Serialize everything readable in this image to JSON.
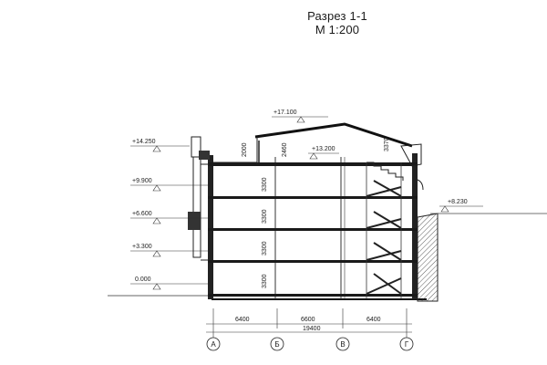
{
  "title": "Разрез 1-1",
  "scale": "М 1:200",
  "level_marks": {
    "roof_ridge": "+17.100",
    "attic": "+13.200",
    "left_top": "+14.250",
    "floor4": "+9.900",
    "floor3": "+6.600",
    "floor2": "+3.300",
    "ground": "0.000",
    "terrain_right": "+8.230"
  },
  "vertical_dims": {
    "attic_left": "2000",
    "attic_mid": "2460",
    "attic_right": "3370",
    "floor4": "3300",
    "floor3": "3300",
    "floor2": "3300",
    "floor1": "3300"
  },
  "horizontal_dims": {
    "span_ab": "6400",
    "span_bv": "6600",
    "span_vg": "6400",
    "total": "19400"
  },
  "axes": [
    "А",
    "Б",
    "В",
    "Г"
  ]
}
